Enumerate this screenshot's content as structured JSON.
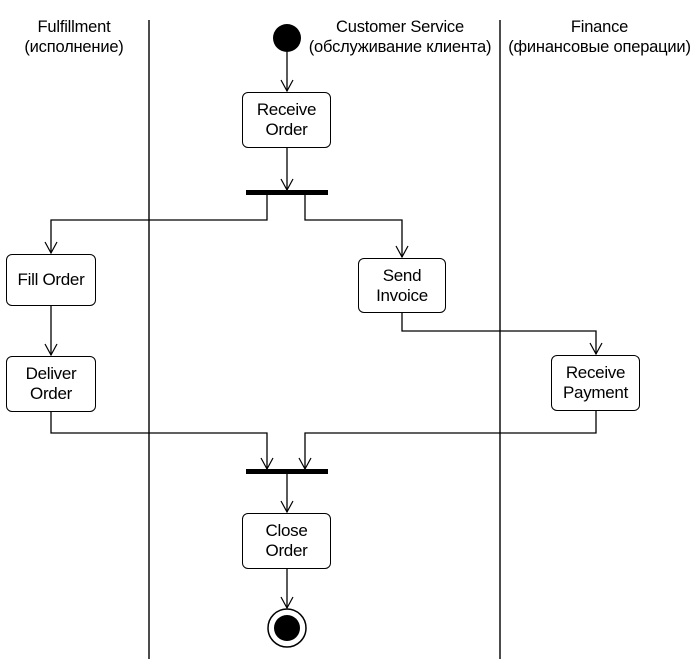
{
  "swimlanes": [
    {
      "title": "Fulfillment",
      "subtitle": "(исполнение)"
    },
    {
      "title": "Customer Service",
      "subtitle": "(обслуживание клиента)"
    },
    {
      "title": "Finance",
      "subtitle": "(финансовые операции)"
    }
  ],
  "activities": {
    "receive_order": "Receive\nOrder",
    "fill_order": "Fill Order",
    "send_invoice": "Send\nInvoice",
    "deliver_order": "Deliver\nOrder",
    "receive_payment": "Receive\nPayment",
    "close_order": "Close\nOrder"
  },
  "colors": {
    "stroke": "#000000",
    "background": "#ffffff"
  }
}
